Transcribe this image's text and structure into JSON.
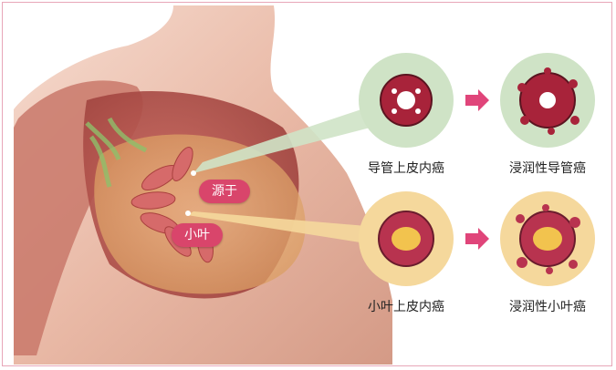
{
  "labels": {
    "origin_duct": "源于",
    "origin_lobule": "小叶"
  },
  "stages": [
    {
      "caption": "导管上皮内癌"
    },
    {
      "caption": "浸润性导管癌"
    },
    {
      "caption": "小叶上皮内癌"
    },
    {
      "caption": "浸润性小叶癌"
    }
  ],
  "colors": {
    "duct_circle": "#cfe3c6",
    "lobule_circle": "#f5d89c",
    "arrow": "#e0457a",
    "pill": "#d9456b",
    "frame": "#e8a6b8"
  }
}
